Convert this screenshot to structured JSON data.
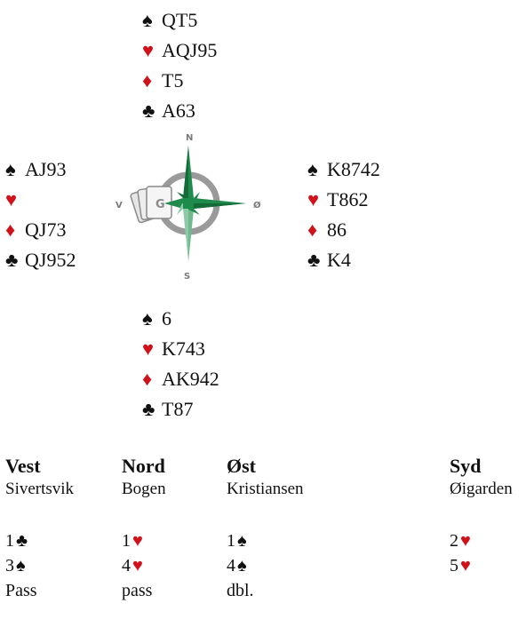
{
  "hands": {
    "north": {
      "spades": "QT5",
      "hearts": "AQJ95",
      "diamonds": "T5",
      "clubs": "A63"
    },
    "west": {
      "spades": "AJ93",
      "hearts": "",
      "diamonds": "QJ73",
      "clubs": "QJ952"
    },
    "east": {
      "spades": "K8742",
      "hearts": "T862",
      "diamonds": "86",
      "clubs": "K4"
    },
    "south": {
      "spades": "6",
      "hearts": "K743",
      "diamonds": "AK942",
      "clubs": "T87"
    }
  },
  "suit_symbols": {
    "spades": "♠",
    "hearts": "♥",
    "diamonds": "♦",
    "clubs": "♣"
  },
  "compass": {
    "n": "N",
    "s": "S",
    "w": "V",
    "e": "Ø",
    "card_letter": "G"
  },
  "colors": {
    "red_suit": "#d0121b",
    "compass_green": "#1e8a4c",
    "compass_light": "#8ccba6",
    "ring": "#9a9a9a"
  },
  "bidding": {
    "headers": [
      "Vest",
      "Nord",
      "Øst",
      "Syd"
    ],
    "players": [
      "Sivertsvik",
      "Bogen",
      "Kristiansen",
      "Øigarden"
    ],
    "rounds": [
      [
        {
          "t": "1",
          "s": "♣"
        },
        {
          "t": "1",
          "s": "♥"
        },
        {
          "t": "1",
          "s": "♠"
        },
        {
          "t": "2",
          "s": "♥"
        }
      ],
      [
        {
          "t": "3",
          "s": "♠"
        },
        {
          "t": "4",
          "s": "♥"
        },
        {
          "t": "4",
          "s": "♠"
        },
        {
          "t": "5",
          "s": "♥"
        }
      ],
      [
        {
          "t": "Pass",
          "s": ""
        },
        {
          "t": "pass",
          "s": ""
        },
        {
          "t": "dbl.",
          "s": ""
        },
        {
          "t": "",
          "s": ""
        }
      ]
    ]
  }
}
